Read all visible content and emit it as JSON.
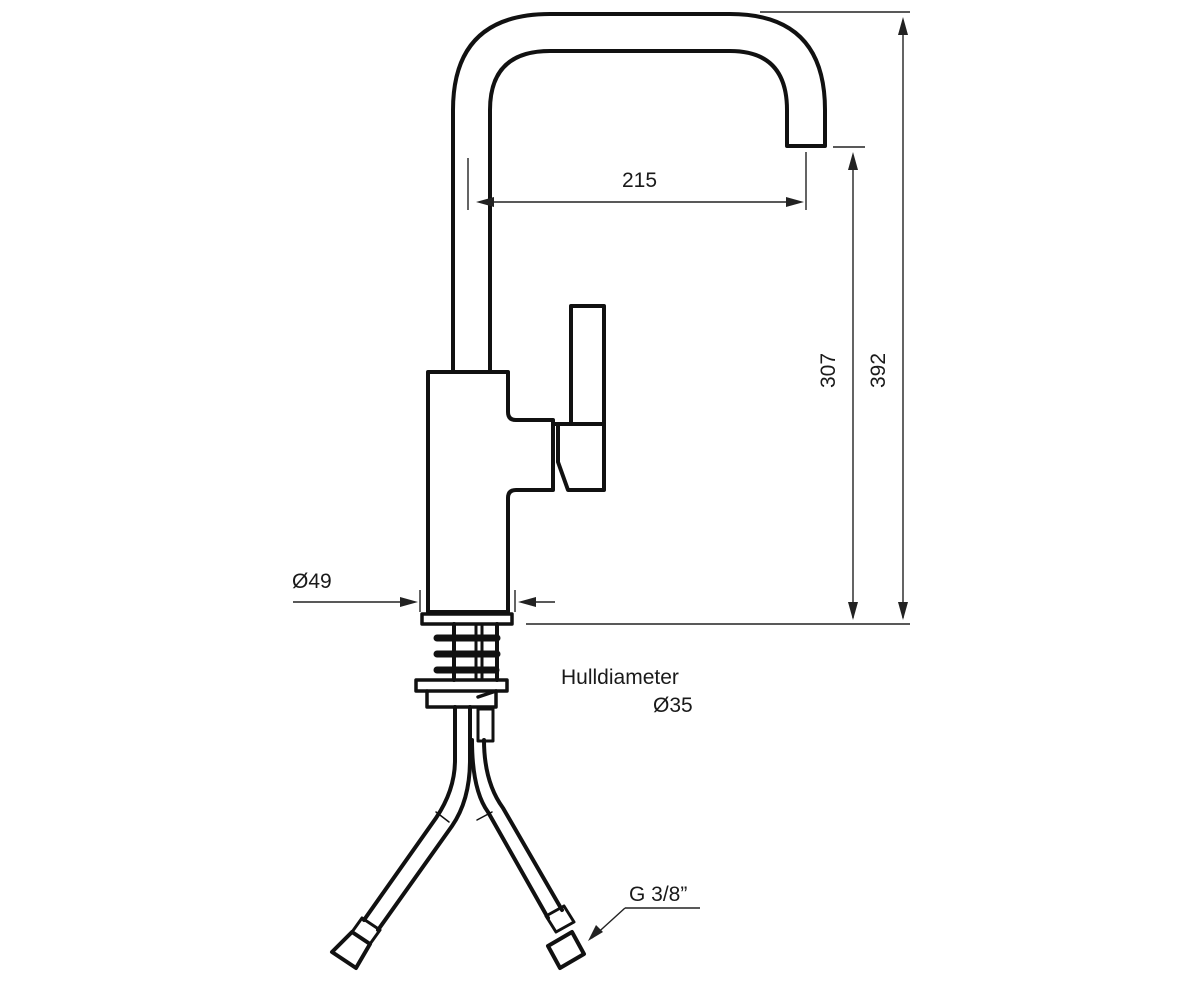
{
  "drawing": {
    "subject": "Kitchen faucet dimension drawing",
    "line_color": "#111111",
    "dim_color": "#222222",
    "background": "#ffffff"
  },
  "dimensions": {
    "spout_reach": "215",
    "spout_outlet_height": "307",
    "total_height": "392",
    "body_diameter": "Ø49",
    "hole_label": "Hulldiameter",
    "hole_diameter": "Ø35",
    "connection_thread": "G 3/8”"
  }
}
